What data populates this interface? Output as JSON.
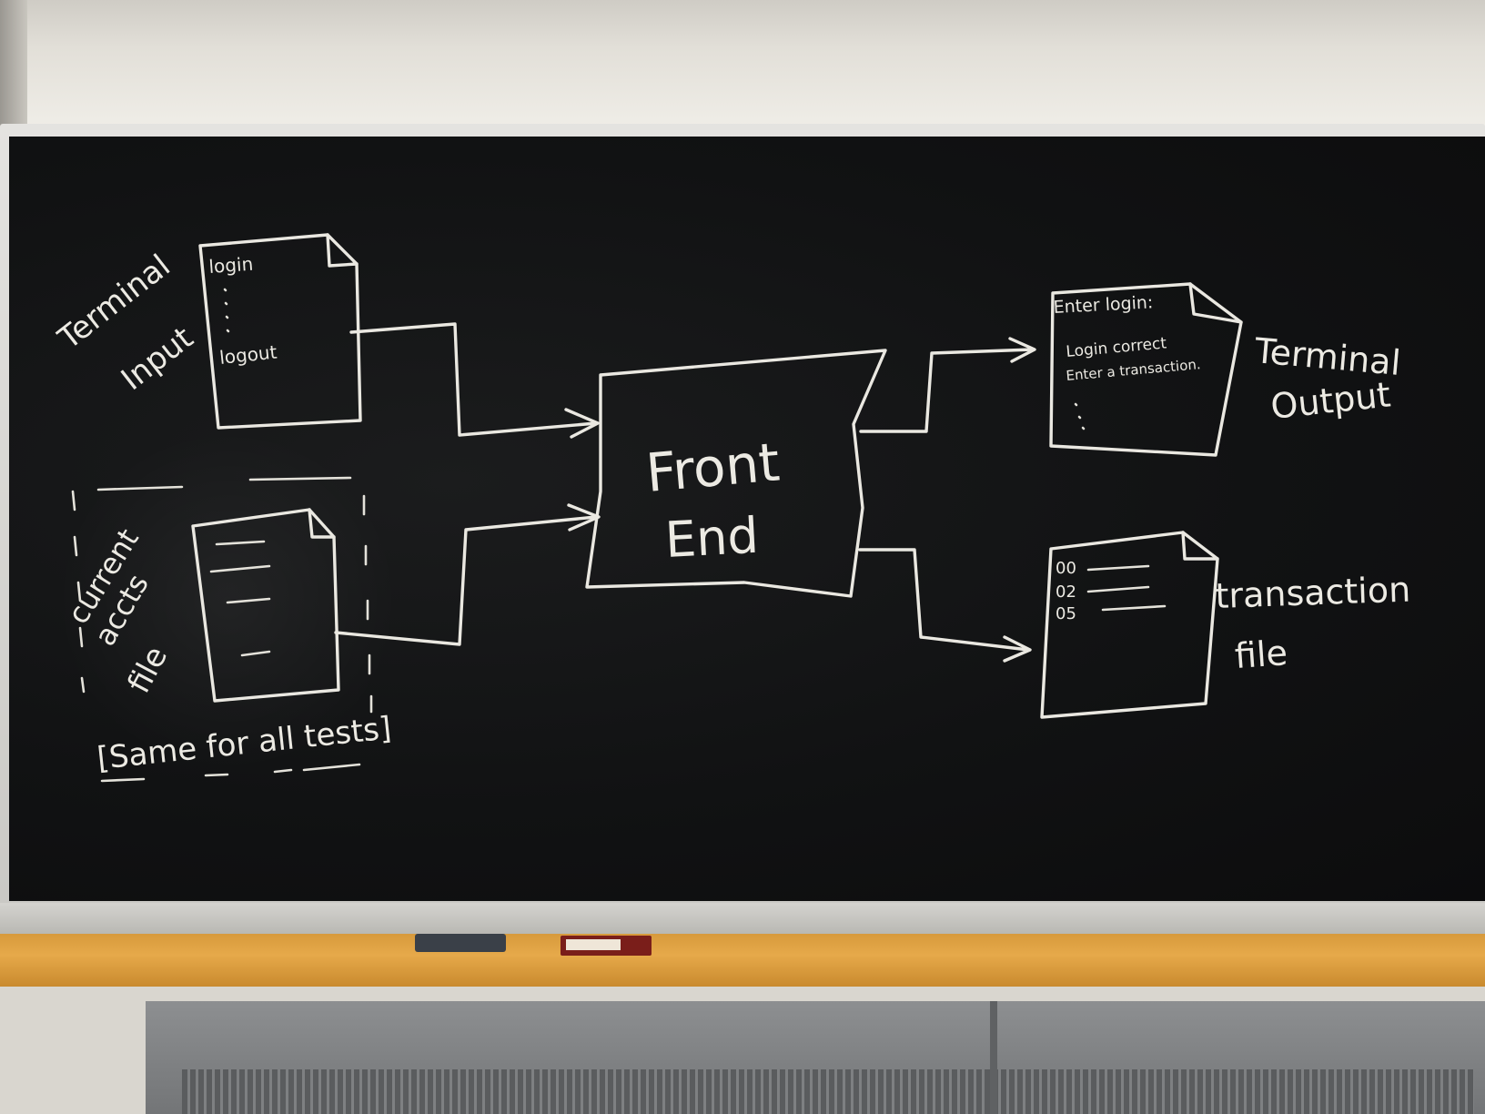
{
  "diagram": {
    "input_label_line1": "Terminal",
    "input_label_line2": "Input",
    "input_doc_line1": "login",
    "input_doc_line2": "logout",
    "accts_label_line1": "current",
    "accts_label_line2": "accts",
    "accts_label_line3": "file",
    "same_note": "[Same for all tests]",
    "center_line1": "Front",
    "center_line2": "End",
    "output_doc_line1": "Enter login:",
    "output_doc_line2": "Login correct",
    "output_doc_line3": "Enter a transaction.",
    "output_label_line1": "Terminal",
    "output_label_line2": "Output",
    "trans_doc_codes": [
      "00",
      "02",
      "05"
    ],
    "trans_label_line1": "transaction",
    "trans_label_line2": "file"
  },
  "colors": {
    "chalk": "#eae8e1",
    "board": "#111213",
    "shelf": "#e0a446"
  },
  "icons": [
    "eraser",
    "chalk-box"
  ]
}
